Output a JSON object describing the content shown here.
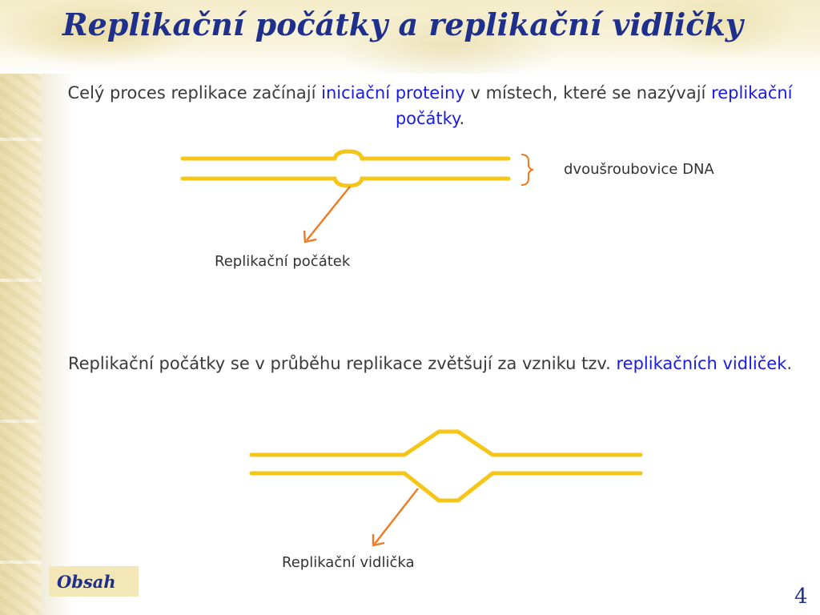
{
  "slide": {
    "title": "Replikační počátky a replikační vidličky",
    "page_number": "4"
  },
  "para1": {
    "t1": "Celý proces replikace začínají ",
    "h1": "iniciační proteiny",
    "t2": " v místech, které se nazývají ",
    "h2": "replikační počátky",
    "t3": "."
  },
  "para2": {
    "t1": "Replikační počátky se v průběhu replikace zvětšují za vzniku tzv. ",
    "h1": "replikačních vidliček",
    "t2": "."
  },
  "labels": {
    "dna": "dvoušroubovice DNA",
    "origin": "Replikační počátek",
    "fork": "Replikační vidlička"
  },
  "nav": {
    "obsah_label": "Obsah"
  },
  "colors": {
    "title": "#1f2f8c",
    "highlight": "#1a1ae6",
    "strand": "#f5c518",
    "arrow": "#ee7a22"
  }
}
